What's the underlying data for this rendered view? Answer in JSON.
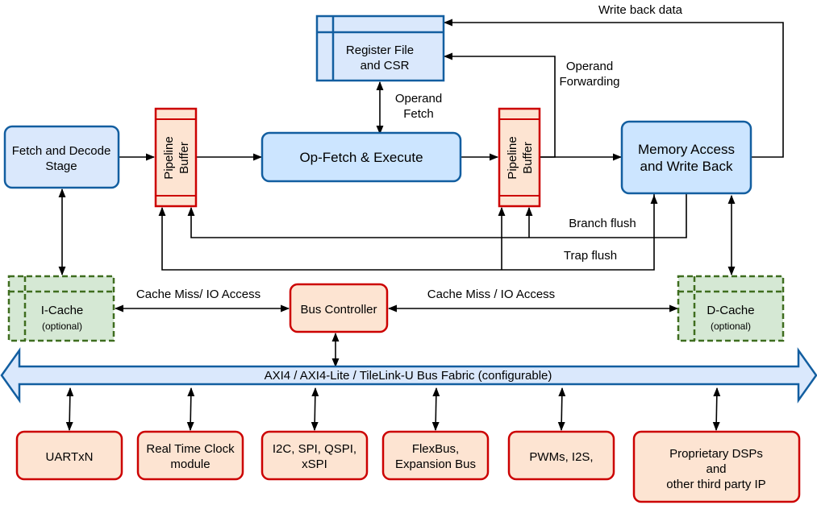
{
  "colors": {
    "blue_fill": "#dae8fc",
    "blue_stroke": "#125ea0",
    "red_fill": "#fde4d2",
    "red_stroke": "#cc0000",
    "green_fill": "#d5e8d4",
    "green_stroke": "#3f6d1f",
    "edge": "#000000"
  },
  "nodes": {
    "register_file": [
      "Register File",
      "and CSR"
    ],
    "fetch_decode": [
      "Fetch and Decode",
      "Stage"
    ],
    "pipeline_buffer_1": [
      "Pipeline",
      "Buffer"
    ],
    "op_fetch_execute": "Op-Fetch & Execute",
    "pipeline_buffer_2": [
      "Pipeline",
      "Buffer"
    ],
    "memory_access": [
      "Memory Access",
      "and Write Back"
    ],
    "i_cache": "I-Cache",
    "i_cache_note": "(optional)",
    "bus_controller": "Bus Controller",
    "d_cache": "D-Cache",
    "d_cache_note": "(optional)",
    "bus_fabric": "AXI4 / AXI4-Lite / TileLink-U Bus Fabric (configurable)"
  },
  "peripherals": [
    [
      "UARTxN"
    ],
    [
      "Real Time Clock",
      "module"
    ],
    [
      "I2C, SPI, QSPI,",
      "xSPI"
    ],
    [
      "FlexBus,",
      "Expansion Bus"
    ],
    [
      "PWMs, I2S,"
    ],
    [
      "Proprietary DSPs",
      "and",
      "other third party IP"
    ]
  ],
  "edge_labels": {
    "write_back_data": "Write back data",
    "operand_forwarding": [
      "Operand",
      "Forwarding"
    ],
    "operand_fetch": [
      "Operand",
      "Fetch"
    ],
    "branch_flush": "Branch flush",
    "trap_flush": "Trap flush",
    "cache_miss_left": "Cache Miss/ IO Access",
    "cache_miss_right": "Cache Miss / IO Access"
  }
}
